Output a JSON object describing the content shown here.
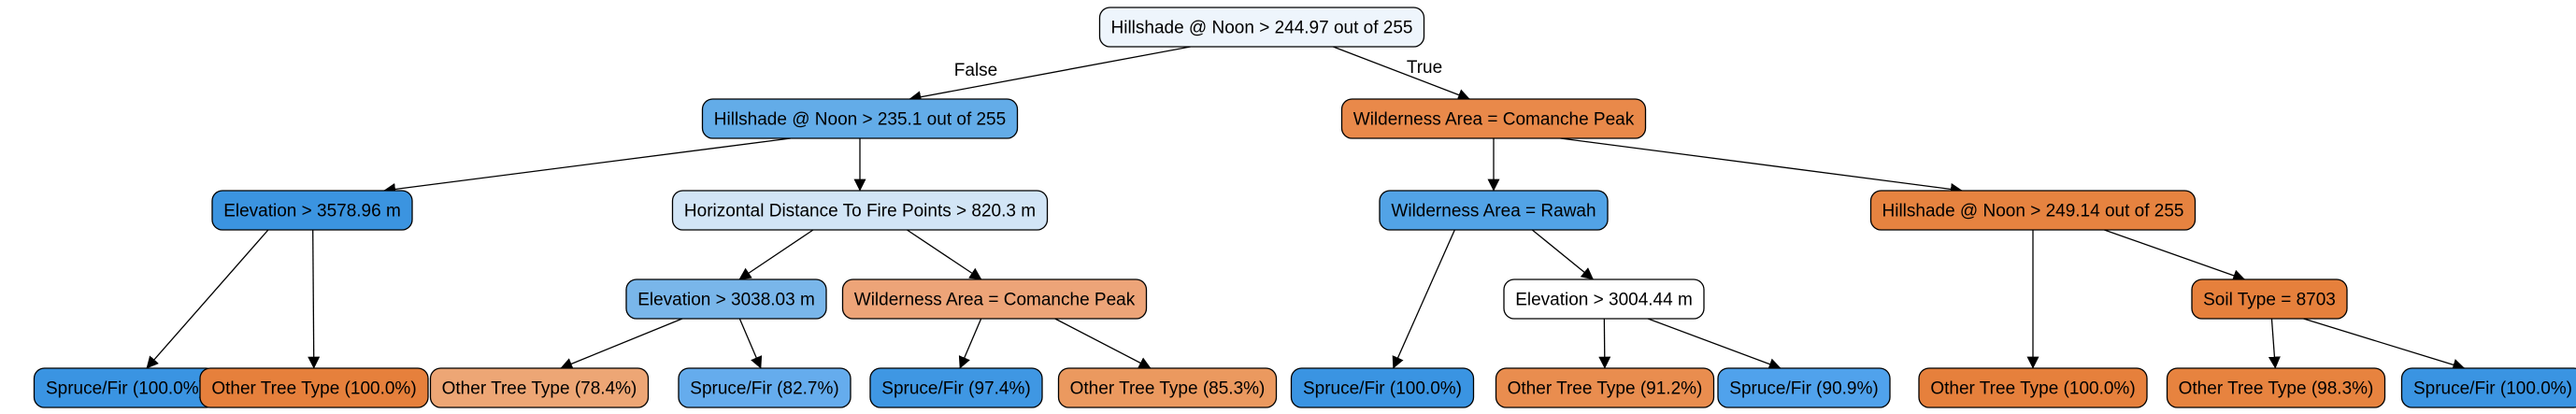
{
  "nodes": [
    {
      "id": "n0",
      "label": "Hillshade @ Noon > 244.97 out of 255",
      "color": "#eef5fc"
    },
    {
      "id": "n1",
      "label": "Hillshade @ Noon > 235.1 out of 255",
      "color": "#63ace8"
    },
    {
      "id": "n2",
      "label": "Wilderness Area = Comanche Peak",
      "color": "#e9894a"
    },
    {
      "id": "n3",
      "label": "Elevation > 3578.96 m",
      "color": "#3b94e0"
    },
    {
      "id": "n4",
      "label": "Horizontal Distance To Fire Points > 820.3 m",
      "color": "#d2e5f6"
    },
    {
      "id": "n5",
      "label": "Wilderness Area = Rawah",
      "color": "#52a3e6"
    },
    {
      "id": "n6",
      "label": "Hillshade @ Noon > 249.14 out of 255",
      "color": "#e68340"
    },
    {
      "id": "n7",
      "label": "Elevation > 3038.03 m",
      "color": "#79b6ea"
    },
    {
      "id": "n8",
      "label": "Wilderness Area = Comanche Peak",
      "color": "#eda478"
    },
    {
      "id": "n9",
      "label": "Elevation > 3004.44 m",
      "color": "#ffffff"
    },
    {
      "id": "n10",
      "label": "Soil Type = 8703",
      "color": "#e6803c"
    },
    {
      "id": "l1",
      "label": "Spruce/Fir (100.0%)",
      "color": "#3a94e2"
    },
    {
      "id": "l2",
      "label": "Other Tree Type (100.0%)",
      "color": "#e6803c"
    },
    {
      "id": "l3",
      "label": "Other Tree Type (78.4%)",
      "color": "#eda675"
    },
    {
      "id": "l4",
      "label": "Spruce/Fir (82.7%)",
      "color": "#65aced"
    },
    {
      "id": "l5",
      "label": "Spruce/Fir (97.4%)",
      "color": "#3f97e3"
    },
    {
      "id": "l6",
      "label": "Other Tree Type (85.3%)",
      "color": "#eb995f"
    },
    {
      "id": "l7",
      "label": "Spruce/Fir (100.0%)",
      "color": "#3a94e2"
    },
    {
      "id": "l8",
      "label": "Other Tree Type (91.2%)",
      "color": "#e98d4f"
    },
    {
      "id": "l9",
      "label": "Spruce/Fir (90.9%)",
      "color": "#50a2ec"
    },
    {
      "id": "l10",
      "label": "Other Tree Type (100.0%)",
      "color": "#e6803c"
    },
    {
      "id": "l11",
      "label": "Other Tree Type (98.3%)",
      "color": "#e7833f"
    },
    {
      "id": "l12",
      "label": "Spruce/Fir (100.0%)",
      "color": "#3a94e2"
    }
  ],
  "edges": [
    {
      "from": "n0",
      "to": "n1",
      "label": "False"
    },
    {
      "from": "n0",
      "to": "n2",
      "label": "True"
    },
    {
      "from": "n1",
      "to": "n3",
      "label": ""
    },
    {
      "from": "n1",
      "to": "n4",
      "label": ""
    },
    {
      "from": "n2",
      "to": "n5",
      "label": ""
    },
    {
      "from": "n2",
      "to": "n6",
      "label": ""
    },
    {
      "from": "n3",
      "to": "l1",
      "label": ""
    },
    {
      "from": "n3",
      "to": "l2",
      "label": ""
    },
    {
      "from": "n4",
      "to": "n7",
      "label": ""
    },
    {
      "from": "n4",
      "to": "n8",
      "label": ""
    },
    {
      "from": "n7",
      "to": "l3",
      "label": ""
    },
    {
      "from": "n7",
      "to": "l4",
      "label": ""
    },
    {
      "from": "n8",
      "to": "l5",
      "label": ""
    },
    {
      "from": "n8",
      "to": "l6",
      "label": ""
    },
    {
      "from": "n5",
      "to": "l7",
      "label": ""
    },
    {
      "from": "n5",
      "to": "n9",
      "label": ""
    },
    {
      "from": "n9",
      "to": "l8",
      "label": ""
    },
    {
      "from": "n9",
      "to": "l9",
      "label": ""
    },
    {
      "from": "n6",
      "to": "l10",
      "label": ""
    },
    {
      "from": "n6",
      "to": "n10",
      "label": ""
    },
    {
      "from": "n10",
      "to": "l11",
      "label": ""
    },
    {
      "from": "n10",
      "to": "l12",
      "label": ""
    }
  ]
}
